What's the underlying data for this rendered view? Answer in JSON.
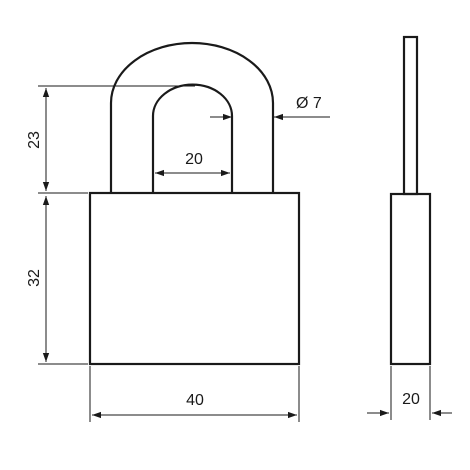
{
  "dimensions": {
    "shackle_height": "23",
    "body_height": "32",
    "shackle_inner_width": "20",
    "shackle_diameter": "Ø 7",
    "body_width": "40",
    "body_thickness": "20"
  },
  "colors": {
    "line": "#1a1a1a",
    "background": "#ffffff"
  }
}
